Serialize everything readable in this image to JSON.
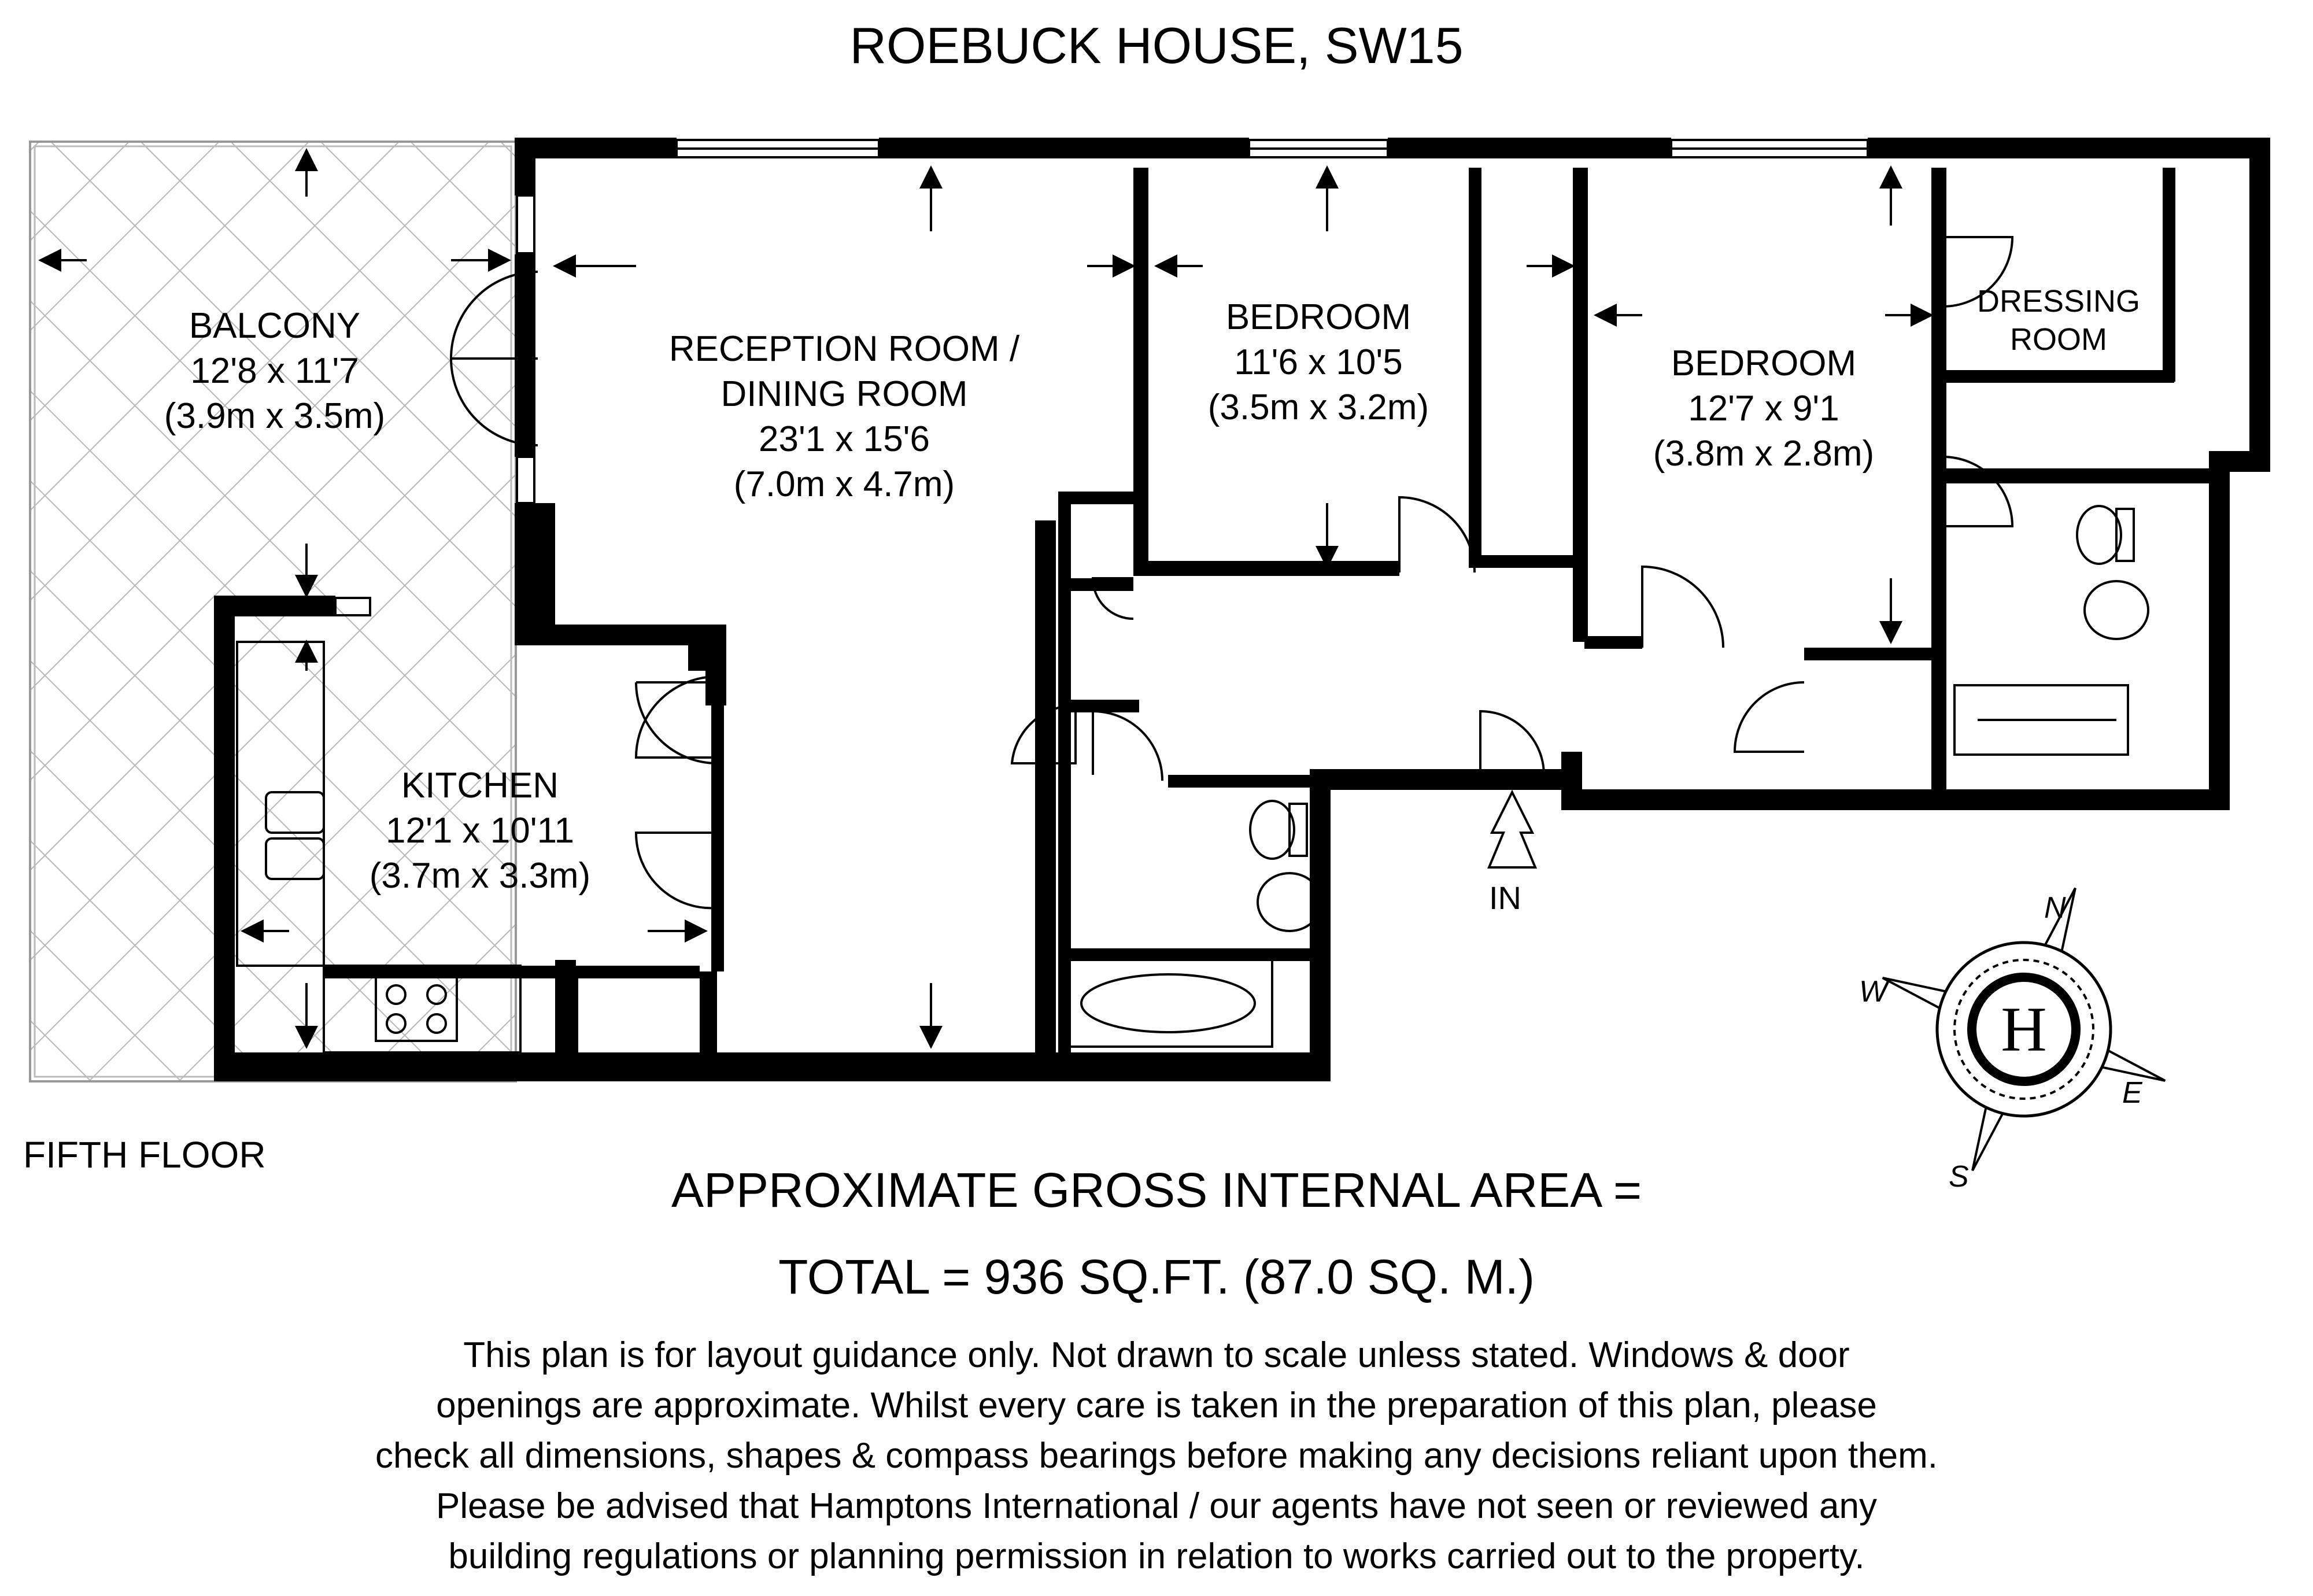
{
  "title": "ROEBUCK HOUSE, SW15",
  "floor_label": "FIFTH FLOOR",
  "rooms": {
    "balcony": {
      "name": "BALCONY",
      "imperial": "12'8 x 11'7",
      "metric": "(3.9m x 3.5m)"
    },
    "reception": {
      "name_line1": "RECEPTION ROOM /",
      "name_line2": "DINING ROOM",
      "imperial": "23'1 x 15'6",
      "metric": "(7.0m x 4.7m)"
    },
    "bedroom1": {
      "name": "BEDROOM",
      "imperial": "11'6 x 10'5",
      "metric": "(3.5m x 3.2m)"
    },
    "bedroom2": {
      "name": "BEDROOM",
      "imperial": "12'7 x 9'1",
      "metric": "(3.8m x 2.8m)"
    },
    "dressing": {
      "name_line1": "DRESSING",
      "name_line2": "ROOM"
    },
    "kitchen": {
      "name": "KITCHEN",
      "imperial": "12'1 x 10'11",
      "metric": "(3.7m x 3.3m)"
    }
  },
  "entrance_label": "IN",
  "compass": {
    "n": "N",
    "e": "E",
    "s": "S",
    "w": "W",
    "logo": "H"
  },
  "area": {
    "line1": "APPROXIMATE GROSS INTERNAL AREA =",
    "line2": "TOTAL = 936 SQ.FT. (87.0 SQ. M.)"
  },
  "disclaimer": [
    "This plan is for layout guidance only. Not drawn to scale unless stated. Windows & door",
    "openings are approximate. Whilst every care is taken in the preparation of this plan, please",
    "check all dimensions, shapes & compass bearings before making any decisions reliant upon them.",
    "Please be advised that Hamptons International / our agents have not seen or reviewed any",
    "building regulations or planning permission in relation to works carried out to the property."
  ],
  "colors": {
    "wall": "#000000",
    "paper": "#ffffff",
    "balcony_hatch": "#b8b8b8"
  }
}
